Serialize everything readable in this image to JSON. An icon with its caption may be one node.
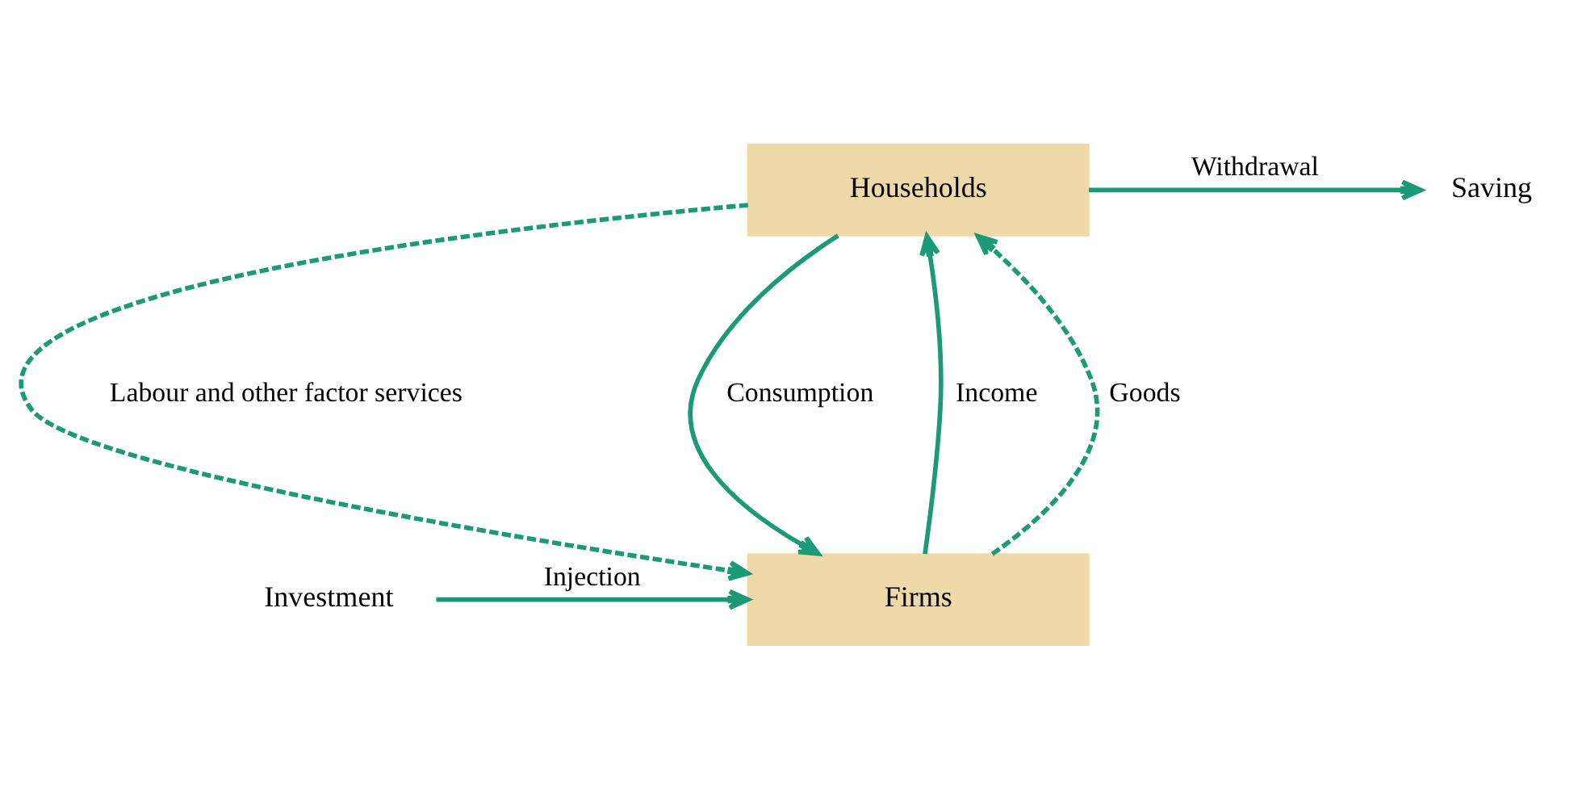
{
  "diagram": {
    "nodes": [
      {
        "text": [
          "Households"
        ]
      },
      {
        "text": [
          "Firms"
        ]
      },
      {
        "text": [
          "Saving"
        ]
      },
      {
        "text": [
          "Investment"
        ]
      }
    ],
    "edges": [
      {
        "from": 1,
        "to": 0,
        "arrow": "to",
        "label": "Income"
      },
      {
        "from": 0,
        "to": 1,
        "arrow": "to",
        "label": "Labour and other factor services",
        "style": "dashed"
      },
      {
        "from": 1,
        "to": 0,
        "arrow": "to",
        "label": "Goods",
        "style": "dashed"
      },
      {
        "from": 0,
        "to": 1,
        "arrow": "to",
        "label": "Consumption"
      },
      {
        "from": 0,
        "to": 2,
        "arrow": "to",
        "label": "Withdrawal"
      },
      {
        "from": 3,
        "to": 1,
        "arrow": "to",
        "label": "Injection"
      }
    ]
  }
}
